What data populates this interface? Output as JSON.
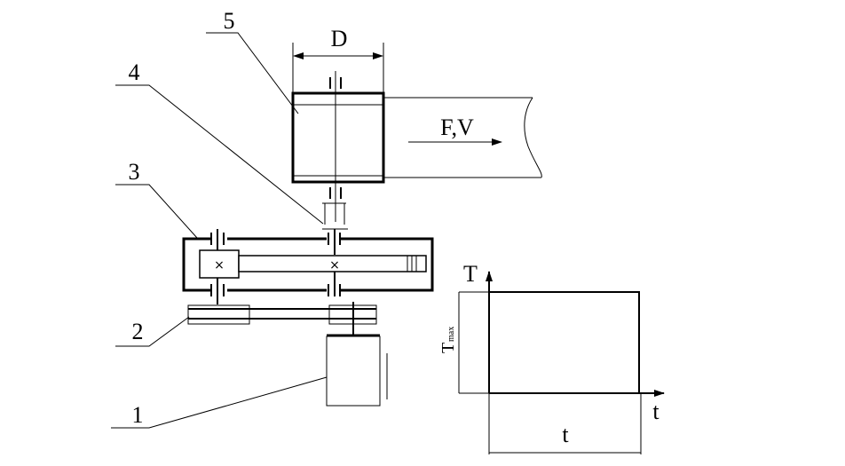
{
  "labels": {
    "drum": "5",
    "coupling": "4",
    "gearbox": "3",
    "belt_drive": "2",
    "motor": "1"
  },
  "dimension_D": "D",
  "force_velocity": "F,V",
  "load_chart": {
    "y_axis_label": "T",
    "x_axis_label": "t",
    "torque_label": "T",
    "torque_subscript": "max",
    "duration_label": "t"
  }
}
